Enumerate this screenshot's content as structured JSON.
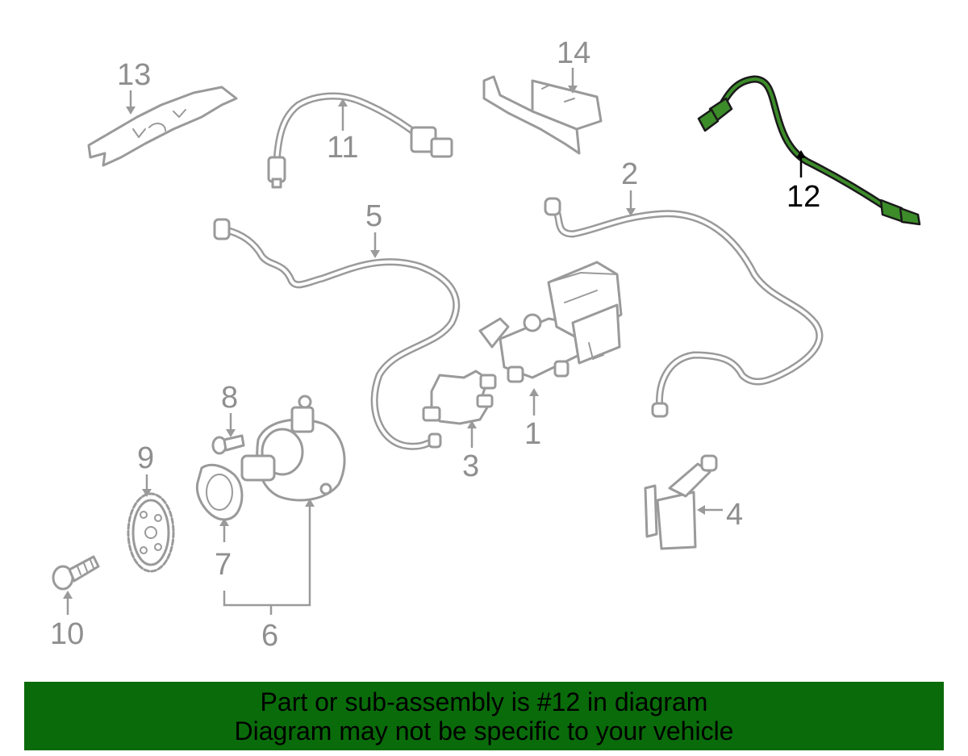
{
  "callouts": {
    "n1": "1",
    "n2": "2",
    "n3": "3",
    "n4": "4",
    "n5": "5",
    "n6": "6",
    "n7": "7",
    "n8": "8",
    "n9": "9",
    "n10": "10",
    "n11": "11",
    "n12": "12",
    "n13": "13",
    "n14": "14"
  },
  "highlighted_part": "12",
  "colors": {
    "highlight": "#3c8c2a",
    "banner": "#0a6b0a",
    "line_art": "#9a9a9a"
  },
  "banner": {
    "line1": "Part or sub-assembly is #12 in diagram",
    "line2": "Diagram may not be specific to your vehicle"
  }
}
